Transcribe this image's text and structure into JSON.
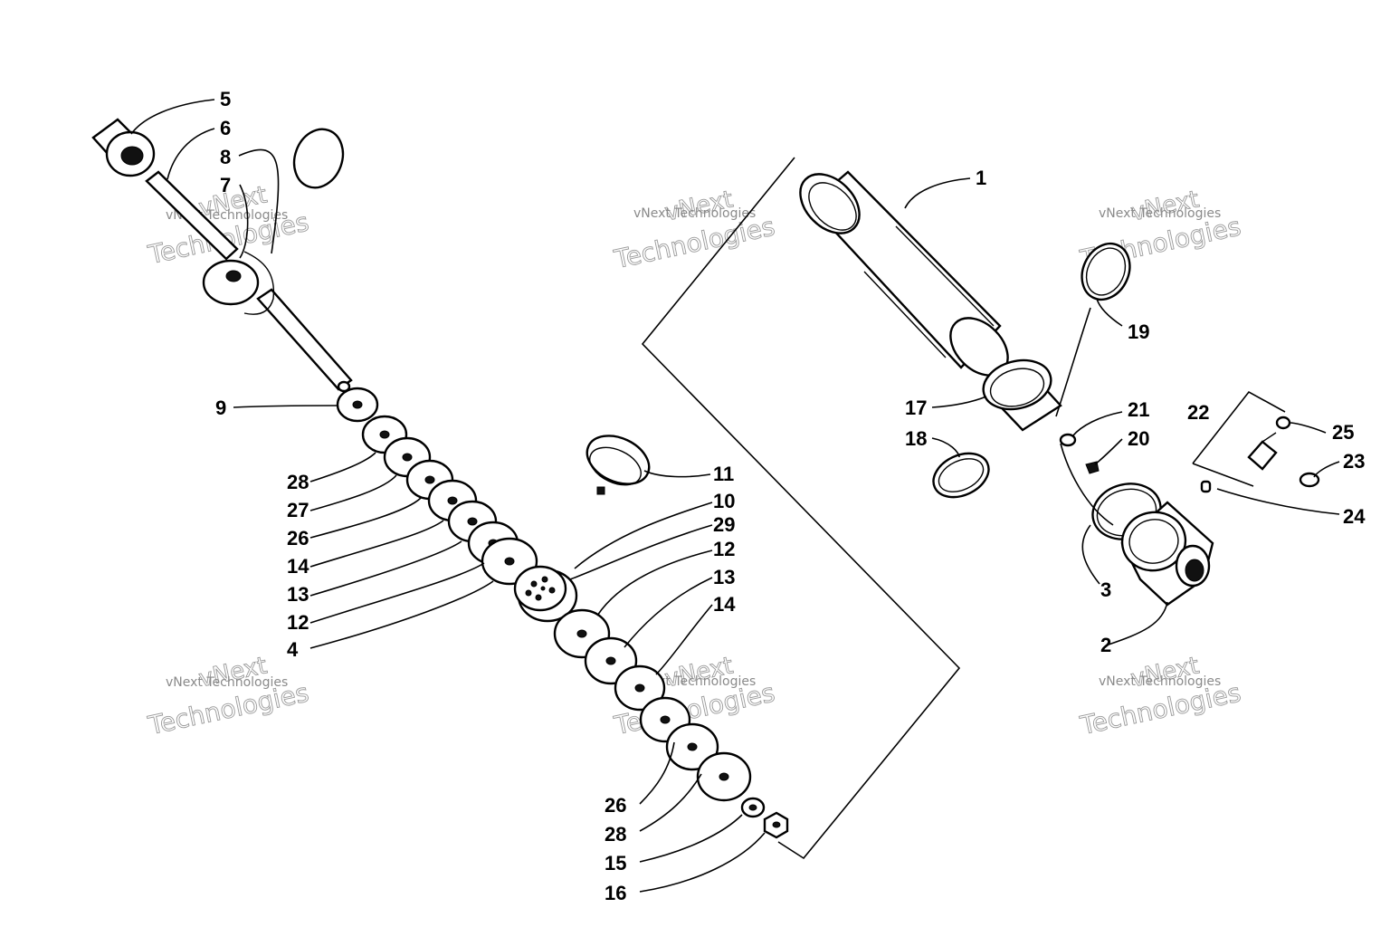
{
  "labels": {
    "p1": "1",
    "p2": "2",
    "p3": "3",
    "p4": "4",
    "p5": "5",
    "p6": "6",
    "p7": "7",
    "p8": "8",
    "p9": "9",
    "p10": "10",
    "p11": "11",
    "p12a": "12",
    "p12b": "12",
    "p13a": "13",
    "p13b": "13",
    "p14a": "14",
    "p14b": "14",
    "p15": "15",
    "p16": "16",
    "p17": "17",
    "p18": "18",
    "p19": "19",
    "p20": "20",
    "p21": "21",
    "p22": "22",
    "p23": "23",
    "p24": "24",
    "p25": "25",
    "p26a": "26",
    "p26b": "26",
    "p27": "27",
    "p28a": "28",
    "p28b": "28",
    "p29": "29"
  },
  "watermark": {
    "company": "vNext Technologies",
    "big1": "vNext",
    "big2": "Technologies"
  }
}
